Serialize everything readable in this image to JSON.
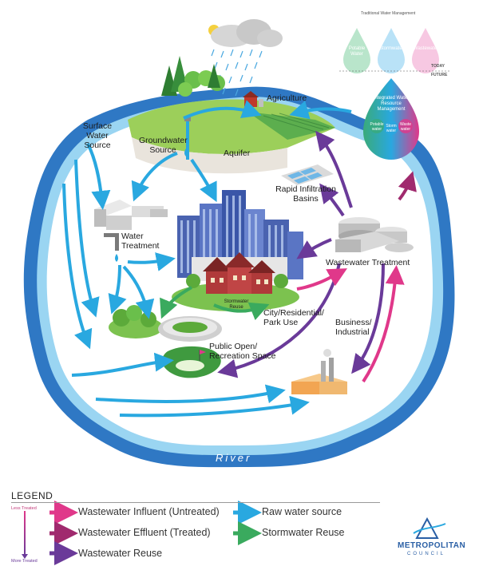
{
  "colors": {
    "influent": "#e0388a",
    "effluent": "#a02a6e",
    "reuse": "#6a3a99",
    "raw": "#29a8e0",
    "stormwater": "#3aaa5e",
    "river_dark": "#2a6ab5",
    "river_light": "#8fd0f0"
  },
  "labels": {
    "surface_water_source": "Surface Water Source",
    "groundwater_source": "Groundwater Source",
    "aquifer": "Aquifer",
    "agriculture": "Agriculture",
    "rapid_infiltration_basins": "Rapid Infiltration Basins",
    "water_treatment": "Water Treatment",
    "wastewater_treatment": "Wastewater Treatment",
    "stormwater_reuse_small": "Stormwater Reuse",
    "city_residential_park": "City/Residential/ Park Use",
    "business_industrial": "Business/ Industrial",
    "public_open_recreation": "Public Open/ Recreation Space",
    "river": "River"
  },
  "inset": {
    "title": "Traditional Water Management",
    "drops": [
      "Potable Water",
      "Stormwater",
      "Wastewater"
    ],
    "today": "TODAY",
    "future": "FUTURE",
    "integrated": "Integrated Water Resource Management",
    "integrated_drops": [
      "Potable water",
      "Storm water",
      "Waste water"
    ]
  },
  "legend": {
    "title": "LEGEND",
    "less_treated": "Less Treated",
    "more_treated": "More Treated",
    "items": [
      {
        "label": "Wastewater Influent (Untreated)",
        "color_key": "influent"
      },
      {
        "label": "Wastewater Effluent (Treated)",
        "color_key": "effluent"
      },
      {
        "label": "Wastewater Reuse",
        "color_key": "reuse"
      },
      {
        "label": "Raw water source",
        "color_key": "raw"
      },
      {
        "label": "Stormwater Reuse",
        "color_key": "stormwater"
      }
    ]
  },
  "logo": {
    "name": "METROPOLITAN",
    "sub": "COUNCIL"
  }
}
